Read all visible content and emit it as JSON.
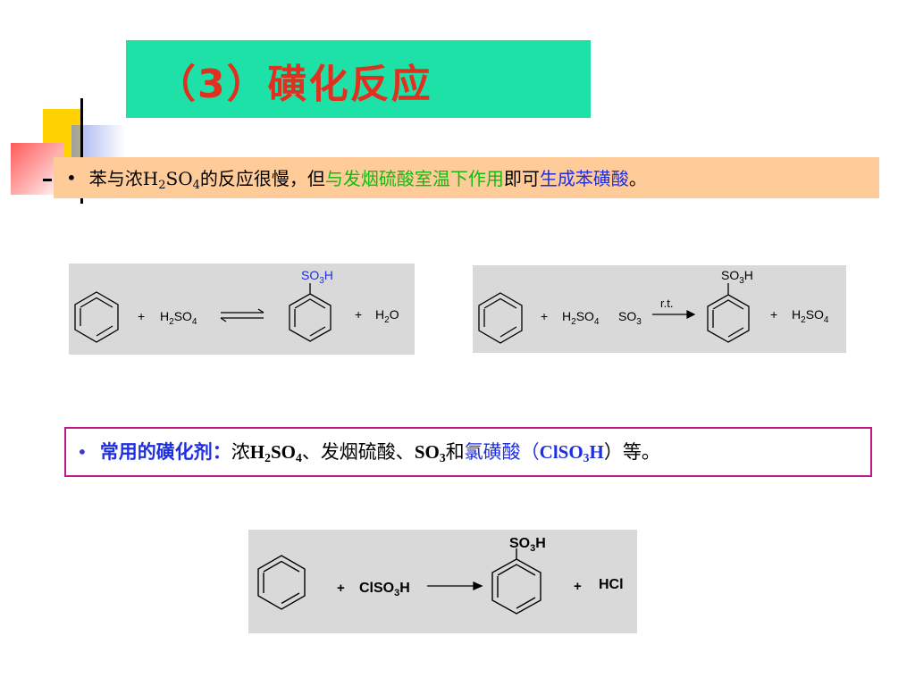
{
  "slide": {
    "title": "（3）磺化反应",
    "note1": {
      "prefix": "苯与浓H",
      "sub1": "2",
      "mid1": "SO",
      "sub2": "4",
      "mid2": "的反应很慢，但",
      "green": "与发烟硫酸室温下作用",
      "mid3": "即可",
      "blue": "生成苯磺酸",
      "end": "。"
    },
    "note2": {
      "lead": "常用的磺化剂：",
      "t1": "浓",
      "t2": "H",
      "s1": "2",
      "t3": "SO",
      "s2": "4",
      "t4": "、发烟硫酸、",
      "t5": "SO",
      "s3": "3",
      "t6": "和",
      "blue": "氯磺酸",
      "t7": "（",
      "t8": "ClSO",
      "s4": "3",
      "t9": "H",
      "t10": "）等。"
    }
  },
  "reactions": {
    "r1": {
      "plus1": "+",
      "reagent": "H",
      "reagent_sub": "2",
      "reagent_b": "SO",
      "reagent_sub2": "4",
      "product_group": "SO",
      "product_sub": "3",
      "product_group_b": "H",
      "plus2": "+",
      "byproduct": "H",
      "byproduct_sub": "2",
      "byproduct_b": "O"
    },
    "r2": {
      "plus1": "+",
      "reagent": "H",
      "reagent_sub": "2",
      "reagent_b": "SO",
      "reagent_sub2": "4",
      "reagent2": "SO",
      "reagent2_sub": "3",
      "condition": "r.t.",
      "product_group": "SO",
      "product_sub": "3",
      "product_group_b": "H",
      "plus2": "+",
      "byproduct": "H",
      "byproduct_sub": "2",
      "byproduct_b": "SO",
      "byproduct_sub2": "4"
    },
    "r3": {
      "plus1": "+",
      "reagent": "ClSO",
      "reagent_sub": "3",
      "reagent_b": "H",
      "product_group": "SO",
      "product_sub": "3",
      "product_group_b": "H",
      "plus2": "+",
      "byproduct": "HCl"
    }
  }
}
